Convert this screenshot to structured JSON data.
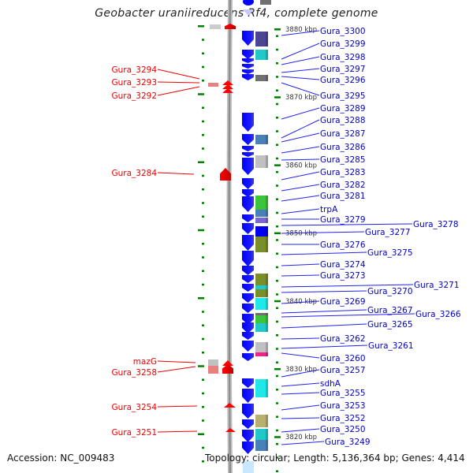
{
  "title": "Geobacter uraniireducens Rf4, complete genome",
  "footer": {
    "accession": "Accession: NC_009483",
    "summary": "Topology: circular; Length: 5,136,364 bp; Genes: 4,414"
  },
  "colors": {
    "forward_gene": "#ff0000",
    "reverse_gene": "#0000ff",
    "backbone": "#999999",
    "tick": "#008000",
    "scale_label": "#333333"
  },
  "scale_ticks": [
    {
      "label": "3880 kbp",
      "kbp": 3880
    },
    {
      "label": "3870 kbp",
      "kbp": 3870
    },
    {
      "label": "3860 kbp",
      "kbp": 3860
    },
    {
      "label": "3850 kbp",
      "kbp": 3850
    },
    {
      "label": "3840 kbp",
      "kbp": 3840
    },
    {
      "label": "3830 kbp",
      "kbp": 3830
    },
    {
      "label": "3820 kbp",
      "kbp": 3820
    }
  ],
  "forward_genes": [
    {
      "name": "Gura_3294"
    },
    {
      "name": "Gura_3293"
    },
    {
      "name": "Gura_3292"
    },
    {
      "name": "Gura_3284"
    },
    {
      "name": "mazG"
    },
    {
      "name": "Gura_3258"
    },
    {
      "name": "Gura_3254"
    },
    {
      "name": "Gura_3251"
    }
  ],
  "reverse_genes": [
    {
      "name": "Gura_3300"
    },
    {
      "name": "Gura_3299"
    },
    {
      "name": "Gura_3298"
    },
    {
      "name": "Gura_3297"
    },
    {
      "name": "Gura_3296"
    },
    {
      "name": "Gura_3295"
    },
    {
      "name": "Gura_3289"
    },
    {
      "name": "Gura_3288"
    },
    {
      "name": "Gura_3287"
    },
    {
      "name": "Gura_3286"
    },
    {
      "name": "Gura_3285"
    },
    {
      "name": "Gura_3283"
    },
    {
      "name": "Gura_3282"
    },
    {
      "name": "Gura_3281"
    },
    {
      "name": "trpA"
    },
    {
      "name": "Gura_3279"
    },
    {
      "name": "Gura_3278"
    },
    {
      "name": "Gura_3277"
    },
    {
      "name": "Gura_3276"
    },
    {
      "name": "Gura_3275"
    },
    {
      "name": "Gura_3274"
    },
    {
      "name": "Gura_3273"
    },
    {
      "name": "Gura_3271"
    },
    {
      "name": "Gura_3270"
    },
    {
      "name": "Gura_3269"
    },
    {
      "name": "Gura_3267"
    },
    {
      "name": "Gura_3266"
    },
    {
      "name": "Gura_3265"
    },
    {
      "name": "Gura_3262"
    },
    {
      "name": "Gura_3261"
    },
    {
      "name": "Gura_3260"
    },
    {
      "name": "Gura_3257"
    },
    {
      "name": "sdhA"
    },
    {
      "name": "Gura_3255"
    },
    {
      "name": "Gura_3253"
    },
    {
      "name": "Gura_3252"
    },
    {
      "name": "Gura_3250"
    },
    {
      "name": "Gura_3249"
    }
  ],
  "cog_colors": [
    "#4b4593",
    "#20c8c8",
    "#707070",
    "#4a80b8",
    "#c0c0c0",
    "#3cc43c",
    "#4a80b8",
    "#7a6ad0",
    "#0000ee",
    "#7a8f2a",
    "#7a8f2a",
    "#20d0d0",
    "#7a8f2a",
    "#20e8e8",
    "#707070",
    "#3cc43c",
    "#20c8c8",
    "#c0c0c0",
    "#ee2288",
    "#20e8e8",
    "#b8b070",
    "#20c8c8",
    "#4a80b8",
    "#c0c0c0",
    "#e88080"
  ]
}
